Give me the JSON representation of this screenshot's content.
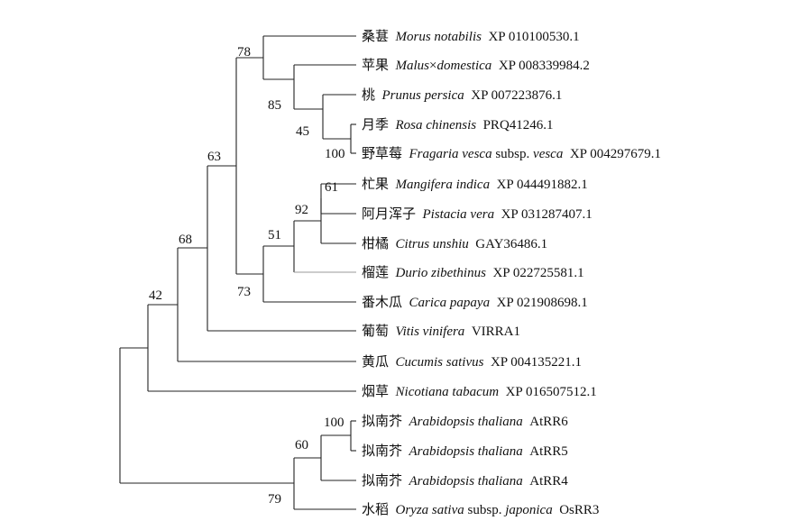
{
  "taxa": [
    {
      "id": "t1",
      "cn": "桑葚",
      "sci": "Morus notabilis",
      "acc": "XP 010100530.1"
    },
    {
      "id": "t2",
      "cn": "苹果",
      "sci": "Malus",
      "sci_mid": "×",
      "sci2": "domestica",
      "acc": "XP 008339984.2"
    },
    {
      "id": "t3",
      "cn": "桃",
      "sci": "Prunus persica",
      "acc": "XP 007223876.1"
    },
    {
      "id": "t4",
      "cn": "月季",
      "sci": "Rosa chinensis",
      "acc": "PRQ41246.1"
    },
    {
      "id": "t5",
      "cn": "野草莓",
      "sci": "Fragaria vesca",
      "mid": "subsp.",
      "sci2": "vesca",
      "acc": "XP 004297679.1"
    },
    {
      "id": "t6",
      "cn": "杧果",
      "sci": "Mangifera indica",
      "acc": "XP 044491882.1"
    },
    {
      "id": "t7",
      "cn": "阿月浑子",
      "sci": "Pistacia vera",
      "acc": "XP 031287407.1"
    },
    {
      "id": "t8",
      "cn": "柑橘",
      "sci": "Citrus unshiu",
      "acc": "GAY36486.1"
    },
    {
      "id": "t9",
      "cn": "榴莲",
      "sci": "Durio zibethinus",
      "acc": "XP 022725581.1"
    },
    {
      "id": "t10",
      "cn": "番木瓜",
      "sci": "Carica papaya",
      "acc": "XP 021908698.1"
    },
    {
      "id": "t11",
      "cn": "葡萄",
      "sci": "Vitis vinifera",
      "acc": "VIRRA1"
    },
    {
      "id": "t12",
      "cn": "黄瓜",
      "sci": "Cucumis sativus",
      "acc": "XP 004135221.1"
    },
    {
      "id": "t13",
      "cn": "烟草",
      "sci": "Nicotiana tabacum",
      "acc": "XP 016507512.1"
    },
    {
      "id": "t14",
      "cn": "拟南芥",
      "sci": "Arabidopsis thaliana",
      "acc": "AtRR6"
    },
    {
      "id": "t15",
      "cn": "拟南芥",
      "sci": "Arabidopsis thaliana",
      "acc": "AtRR5"
    },
    {
      "id": "t16",
      "cn": "拟南芥",
      "sci": "Arabidopsis thaliana",
      "acc": "AtRR4"
    },
    {
      "id": "t17",
      "cn": "水稻",
      "sci": "Oryza sativa",
      "mid": "subsp.",
      "sci2": "japonica",
      "acc": "OsRR3"
    }
  ],
  "support_values": [
    "78",
    "85",
    "45",
    "100",
    "61",
    "92",
    "51",
    "73",
    "63",
    "68",
    "42",
    "100",
    "60",
    "79"
  ]
}
